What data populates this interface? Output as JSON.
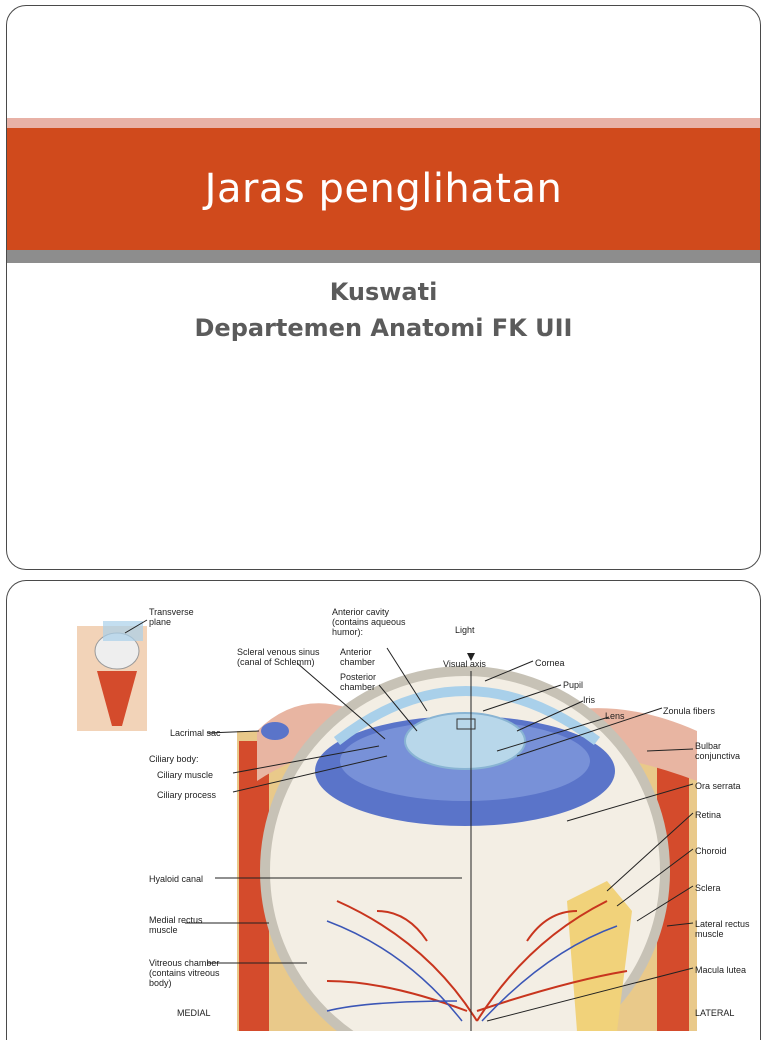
{
  "slide1": {
    "title": "Jaras penglihatan",
    "author": "Kuswati",
    "department": "Departemen Anatomi FK UII"
  },
  "slide2": {
    "labels": {
      "transverse_plane": [
        "Transverse",
        "plane"
      ],
      "anterior_cavity": [
        "Anterior cavity",
        "(contains aqueous",
        "humor):"
      ],
      "light": "Light",
      "visual_axis": "Visual axis",
      "scleral_sinus": [
        "Scleral venous sinus",
        "(canal of Schlemm)"
      ],
      "anterior_chamber": [
        "Anterior",
        "chamber"
      ],
      "posterior_chamber": [
        "Posterior",
        "chamber"
      ],
      "cornea": "Cornea",
      "pupil": "Pupil",
      "iris": "Iris",
      "lens": "Lens",
      "zonula_fibers": "Zonula fibers",
      "lacrimal_sac": "Lacrimal sac",
      "ciliary_body": "Ciliary body:",
      "ciliary_muscle": "Ciliary muscle",
      "ciliary_process": "Ciliary process",
      "bulbar_conjunctiva": [
        "Bulbar",
        "conjunctiva"
      ],
      "ora_serrata": "Ora serrata",
      "retina": "Retina",
      "choroid": "Choroid",
      "sclera": "Sclera",
      "hyaloid_canal": "Hyaloid canal",
      "medial_rectus": [
        "Medial rectus",
        "muscle"
      ],
      "lateral_rectus": [
        "Lateral rectus",
        "muscle"
      ],
      "vitreous_chamber": [
        "Vitreous chamber",
        "(contains vitreous",
        "body)"
      ],
      "macula_lutea": "Macula lutea",
      "medial": "MEDIAL",
      "lateral": "LATERAL"
    }
  }
}
